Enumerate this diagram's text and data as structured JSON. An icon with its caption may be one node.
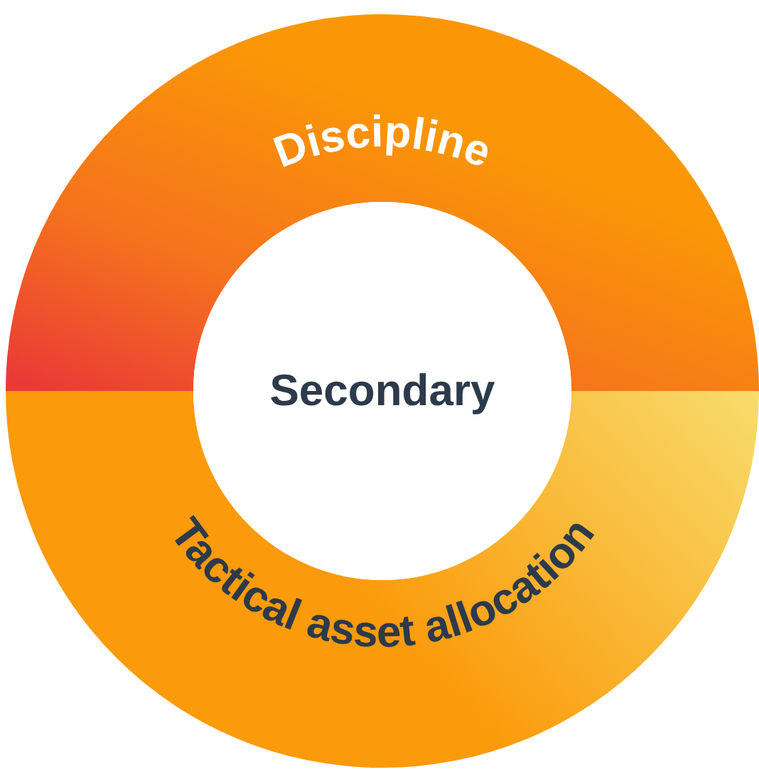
{
  "diagram": {
    "nodes": [
      {
        "text": [
          "Discipline"
        ]
      },
      {
        "text": [
          "Tactical asset allocation"
        ]
      },
      {
        "text": [
          "Secondary"
        ]
      }
    ]
  }
}
